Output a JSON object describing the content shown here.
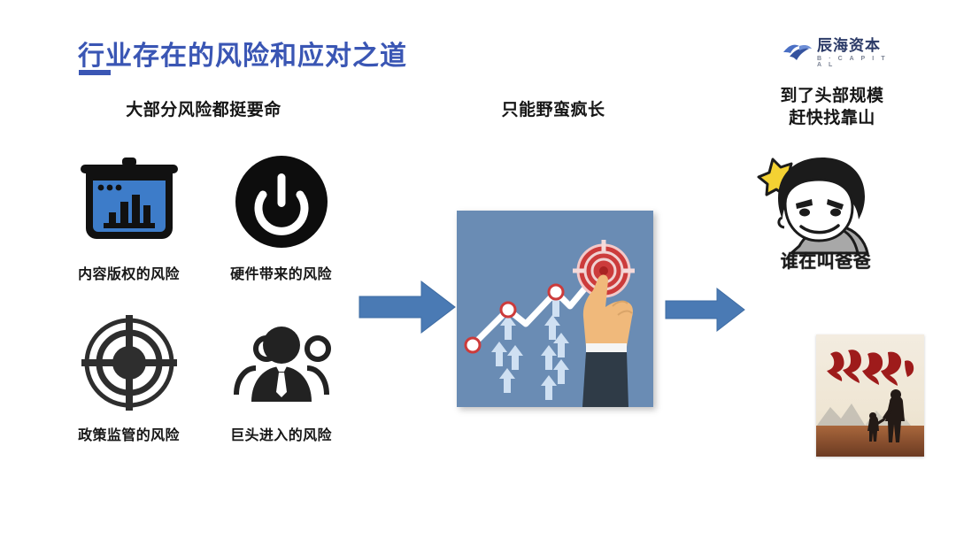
{
  "slide": {
    "title": "行业存在的风险和应对之道",
    "accent_color": "#3a56b4",
    "background_color": "#ffffff",
    "arrow_color": "#4a7ab4"
  },
  "logo": {
    "name_cn": "辰海资本",
    "name_en": "B · C A P I T A L",
    "mark": "wave-logo-icon",
    "color": "#2b3a67"
  },
  "columns": {
    "one": {
      "heading": "大部分风险都挺要命"
    },
    "two": {
      "heading": "只能野蛮疯长"
    },
    "three": {
      "heading_line1": "到了头部规模",
      "heading_line2": "赶快找靠山"
    }
  },
  "risks": [
    {
      "label": "内容版权的风险",
      "icon": "monitor-chart-icon",
      "icon_color": "#3d7cc9"
    },
    {
      "label": "硬件带来的风险",
      "icon": "power-button-icon",
      "icon_color": "#101010"
    },
    {
      "label": "政策监管的风险",
      "icon": "crosshair-target-icon",
      "icon_color": "#2e2e2e"
    },
    {
      "label": "巨头进入的风险",
      "icon": "business-people-icon",
      "icon_color": "#222222"
    }
  ],
  "center_illustration": {
    "name": "growth-chart-target-hand-illustration",
    "background_color": "#6a8cb4",
    "line_color": "#ffffff",
    "target_color": "#cc3b3b",
    "hand_color": "#f0b97b",
    "sleeve_color": "#2f3b47",
    "arrow_color": "#cfe0f2",
    "node_count": 3
  },
  "meme": {
    "name": "bowl-cut-meme-face",
    "caption": "谁在叫爸爸",
    "star_color": "#f4d233",
    "hair_color": "#1b1b1b",
    "shirt_color": "#a8a8a8"
  },
  "poster": {
    "name": "father-love-poster",
    "calligraphy": "父爱如山",
    "calligraphy_color": "#9e1b1b",
    "sky_color": "#efe6d4",
    "ground_color": "#7d4a2c"
  },
  "arrows": [
    {
      "name": "arrow-risks-to-growth",
      "direction": "right"
    },
    {
      "name": "arrow-growth-to-backer",
      "direction": "right"
    }
  ]
}
